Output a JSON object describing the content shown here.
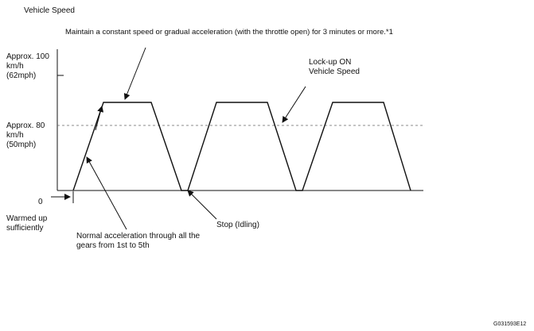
{
  "title": "Vehicle Speed",
  "instruction": "Maintain a constant speed or gradual acceleration (with the throttle open) for 3 minutes or more.*1",
  "y_labels": {
    "approx_100": [
      "Approx. 100",
      "km/h",
      "(62mph)"
    ],
    "approx_80": [
      "Approx. 80",
      "km/h",
      "(50mph)"
    ],
    "zero": "0"
  },
  "annotations": {
    "lockup": [
      "Lock-up ON",
      "Vehicle Speed"
    ],
    "warmed_up": [
      "Warmed up",
      "sufficiently"
    ],
    "stop": "Stop (Idling)",
    "normal_accel": [
      "Normal acceleration through all the",
      "gears from 1st to 5th"
    ]
  },
  "figure_code": "G031593E12"
}
